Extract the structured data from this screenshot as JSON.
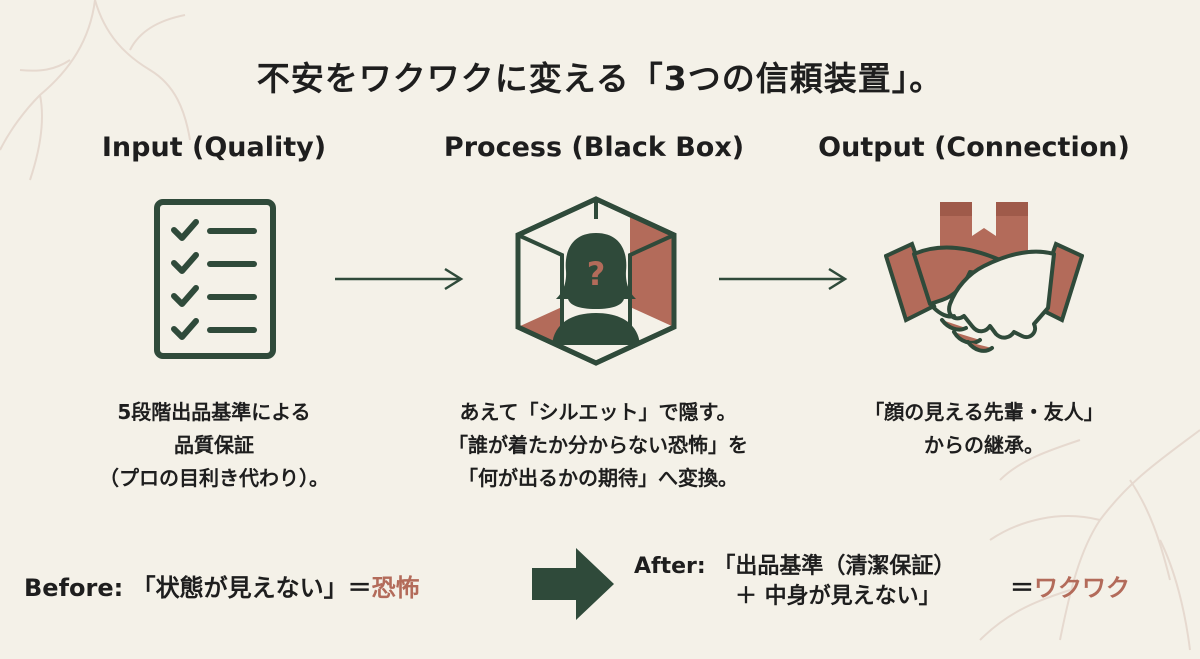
{
  "title": "不安をワクワクに変える「3つの信頼装置」。",
  "columns": [
    {
      "heading": "Input (Quality)",
      "icon": "checklist-icon",
      "lines": [
        "5段階出品基準による",
        "品質保証",
        "（プロの目利き代わり）。"
      ]
    },
    {
      "heading": "Process (Black Box)",
      "icon": "silhouette-box-icon",
      "lines": [
        "あえて「シルエット」で隠す。",
        "「誰が着たか分からない恐怖」を",
        "「何が出るかの期待」へ変換。"
      ]
    },
    {
      "heading": "Output (Connection)",
      "icon": "handshake-box-icon",
      "lines": [
        "「顔の見える先輩・友人」",
        "からの継承。"
      ]
    }
  ],
  "before": {
    "label": "Before: 「状態が見えない」＝",
    "result": "恐怖"
  },
  "after": {
    "line1": "After: 「出品基準（清潔保証）",
    "line2": "＋ 中身が見えない」",
    "equals": "＝",
    "result": "ワクワク"
  },
  "colors": {
    "background": "#f4f1e8",
    "icon_green": "#2f4a3a",
    "accent": "#b36b5a",
    "text": "#1e1e1e"
  }
}
